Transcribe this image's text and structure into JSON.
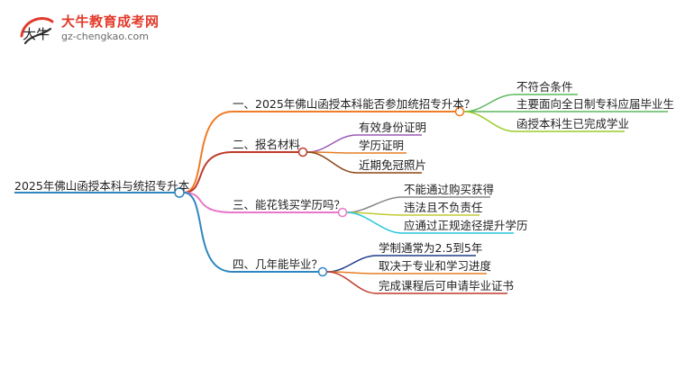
{
  "logo": {
    "title": "大牛教育成考网",
    "url": "gz-chengkao.com",
    "mark_text": "大牛"
  },
  "root": "2025年佛山函授本科与统招专升本",
  "branches": [
    {
      "label": "一、2025年佛山函授本科能否参加统招专升本？",
      "color": "#f07c26",
      "children": [
        {
          "label": "不符合条件",
          "color": "#5cb85c"
        },
        {
          "label": "主要面向全日制专科应届毕业生",
          "color": "#5cb85c"
        },
        {
          "label": "函授本科生已完成学业",
          "color": "#9ccc28"
        }
      ]
    },
    {
      "label": "二、报名材料",
      "color": "#c0392b",
      "children": [
        {
          "label": "有效身份证明",
          "color": "#9b59b6"
        },
        {
          "label": "学历证明",
          "color": "#e67e22"
        },
        {
          "label": "近期免冠照片",
          "color": "#8b4513"
        }
      ]
    },
    {
      "label": "三、能花钱买学历吗？",
      "color": "#e879c9",
      "children": [
        {
          "label": "不能通过购买获得",
          "color": "#888888"
        },
        {
          "label": "违法且不负责任",
          "color": "#c0ca33"
        },
        {
          "label": "应通过正规途径提升学历",
          "color": "#26c6da"
        }
      ]
    },
    {
      "label": "四、几年能毕业？",
      "color": "#2e86c1",
      "children": [
        {
          "label": "学制通常为2.5到5年",
          "color": "#1f3b8a"
        },
        {
          "label": "取决于专业和学习进度",
          "color": "#e67e22"
        },
        {
          "label": "完成课程后可申请毕业证书",
          "color": "#c0392b"
        }
      ]
    }
  ]
}
